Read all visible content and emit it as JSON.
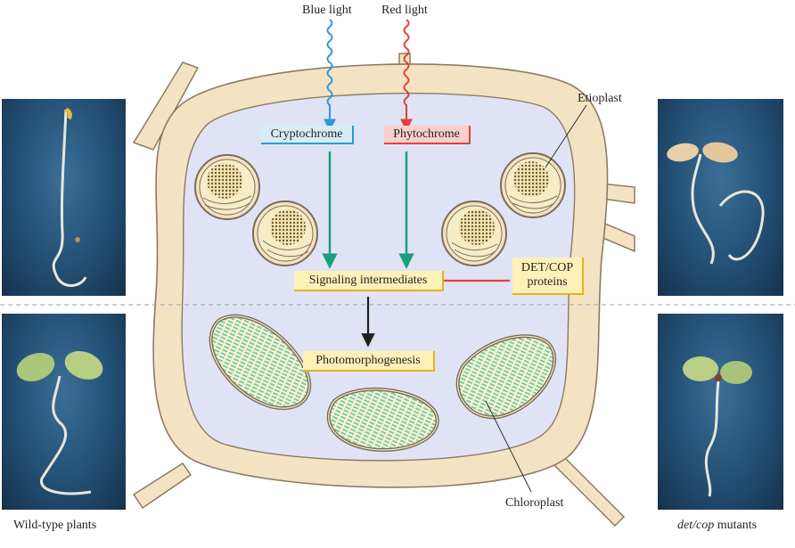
{
  "labels": {
    "blue_light": "Blue light",
    "red_light": "Red light",
    "etioplast": "Etioplast",
    "cryptochrome": "Cryptochrome",
    "phytochrome": "Phytochrome",
    "signaling": "Signaling intermediates",
    "detcop_line1": "DET/COP",
    "detcop_line2": "proteins",
    "photomorphogenesis": "Photomorphogenesis",
    "chloroplast": "Chloroplast",
    "wild_type": "Wild-type plants",
    "mutant_gene": "det/cop",
    "mutant_suffix": " mutants"
  },
  "colors": {
    "blue_light": "#2a9ad6",
    "red_light": "#e0413b",
    "green_arrow": "#1a9f7a",
    "cell_wall": "#f3e3c3",
    "cytoplasm": "#dfe3f5",
    "chlorophyll": "#7fc9a6"
  }
}
